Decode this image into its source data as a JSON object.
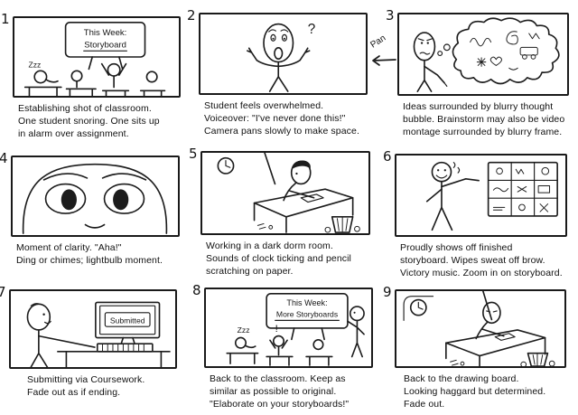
{
  "page": {
    "background": "#ffffff",
    "ink": "#1c1c1c"
  },
  "panels": [
    {
      "number": "1",
      "caption": "Establishing shot of classroom.\nOne student snoring. One sits up\nin alarm over assignment.",
      "labels": {
        "board_line1": "This Week:",
        "board_line2": "Storyboard",
        "snore": "Zzz"
      }
    },
    {
      "number": "2",
      "caption": "Student feels overwhelmed.\nVoiceover: \"I've never done this!\"\nCamera pans slowly to make space.",
      "labels": {
        "question": "?"
      }
    },
    {
      "number": "3",
      "caption": "Ideas surrounded by blurry thought\nbubble. Brainstorm may also be video\nmontage surrounded by blurry frame.",
      "labels": {
        "pan": "Pan"
      }
    },
    {
      "number": "4",
      "caption": "Moment of clarity. \"Aha!\"\nDing or chimes; lightbulb moment.",
      "labels": {}
    },
    {
      "number": "5",
      "caption": "Working in a dark dorm room.\nSounds of clock ticking and pencil\nscratching on paper.",
      "labels": {}
    },
    {
      "number": "6",
      "caption": "Proudly shows off finished\nstoryboard. Wipes sweat off brow.\nVictory music. Zoom in on storyboard.",
      "labels": {}
    },
    {
      "number": "7",
      "caption": "Submitting via Coursework.\nFade out as if ending.",
      "labels": {
        "screen": "Submitted"
      }
    },
    {
      "number": "8",
      "caption": "Back to the classroom. Keep as\nsimilar as possible to original.\n\"Elaborate on your storyboards!\"",
      "labels": {
        "board_line1": "This Week:",
        "board_line2": "More Storyboards",
        "snore": "Zzz",
        "alarm": "!"
      }
    },
    {
      "number": "9",
      "caption": "Back to the drawing board.\nLooking haggard but determined.\nFade out.",
      "labels": {}
    }
  ]
}
